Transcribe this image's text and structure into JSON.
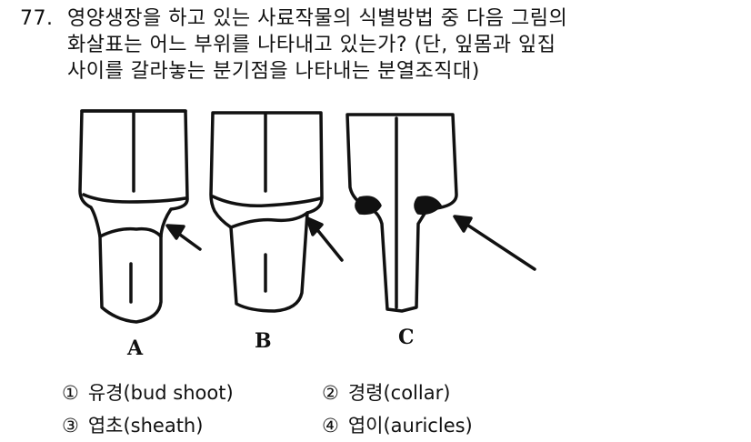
{
  "question": {
    "number": "77.",
    "lines": [
      "영양생장을 하고 있는 사료작물의 식별방법 중 다음 그림의",
      "화살표는 어느 부위를 나타내고 있는가? (단, 잎몸과 잎집",
      "사이를 갈라놓는 분기점을 나타내는 분열조직대)"
    ]
  },
  "figure": {
    "labels": [
      "A",
      "B",
      "C"
    ]
  },
  "options": [
    {
      "num": "①",
      "text": "유경(bud shoot)"
    },
    {
      "num": "②",
      "text": "경령(collar)"
    },
    {
      "num": "③",
      "text": "엽초(sheath)"
    },
    {
      "num": "④",
      "text": "엽이(auricles)"
    }
  ]
}
